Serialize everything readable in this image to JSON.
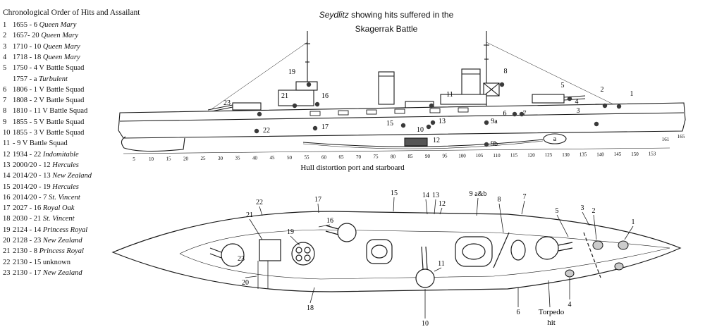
{
  "legend": {
    "title": "Chronological Order of Hits and Assailant",
    "rows": [
      {
        "num": "1",
        "time": "1655 - 6",
        "ship": "Queen Mary"
      },
      {
        "num": "2",
        "time": "1657- 20",
        "ship": "Queen Mary"
      },
      {
        "num": "3",
        "time": "1710 - 10",
        "ship": "Queen Mary"
      },
      {
        "num": "4",
        "time": "1718 - 18",
        "ship": "Queen Mary"
      },
      {
        "num": "5",
        "time": "1750 - 4 V Battle Squad",
        "ship": ""
      },
      {
        "num": "",
        "time": "1757 - a",
        "ship": "Turbulent"
      },
      {
        "num": "6",
        "time": "1806 - 1 V Battle Squad",
        "ship": ""
      },
      {
        "num": "7",
        "time": "1808 - 2 V Battle Squad",
        "ship": ""
      },
      {
        "num": "8",
        "time": "1810 - 11 V Battle Squad",
        "ship": ""
      },
      {
        "num": "9",
        "time": "1855 - 5 V Battle Squad",
        "ship": ""
      },
      {
        "num": "10",
        "time": "1855 - 3 V Battle Squad",
        "ship": ""
      },
      {
        "num": "11",
        "time": "- 9 V Battle Squad",
        "ship": ""
      },
      {
        "num": "12",
        "time": "1934 - 22",
        "ship": "Indomitable"
      },
      {
        "num": "13",
        "time": "2000/20 - 12",
        "ship": "Hercules"
      },
      {
        "num": "14",
        "time": "2014/20 - 13",
        "ship": "New Zealand"
      },
      {
        "num": "15",
        "time": "2014/20 - 19",
        "ship": "Hercules"
      },
      {
        "num": "16",
        "time": "2014/20 - 7",
        "ship": "St. Vincent"
      },
      {
        "num": "17",
        "time": "2027 - 16",
        "ship": "Royal Oak"
      },
      {
        "num": "18",
        "time": "2030 - 21",
        "ship": "St. Vincent"
      },
      {
        "num": "19",
        "time": "2124 - 14",
        "ship": "Princess Royal"
      },
      {
        "num": "20",
        "time": "2128 - 23",
        "ship": "New Zealand"
      },
      {
        "num": "21",
        "time": "2130 - 8",
        "ship": "Princess Royal"
      },
      {
        "num": "22",
        "time": "2130 - 15 unknown",
        "ship": ""
      },
      {
        "num": "23",
        "time": "2130 - 17",
        "ship": "New Zealand"
      }
    ]
  },
  "title": {
    "ship": "Seydlitz",
    "line1_rest": " showing hits suffered in the",
    "line2": "Skagerrak Battle"
  },
  "side_view": {
    "caption": "Hull distortion port and starboard",
    "frame_numbers": [
      "5",
      "10",
      "15",
      "20",
      "25",
      "30",
      "35",
      "40",
      "45",
      "50",
      "55",
      "60",
      "65",
      "70",
      "75",
      "80",
      "85",
      "90",
      "95",
      "100",
      "105",
      "110",
      "115",
      "120",
      "125",
      "130",
      "135",
      "140",
      "145",
      "150",
      "153"
    ],
    "bow_numbers": [
      "161",
      "165"
    ],
    "hit_labels": [
      "1",
      "2",
      "3",
      "4",
      "5",
      "6",
      "7",
      "8",
      "9a",
      "9b",
      "10",
      "11",
      "12",
      "13",
      "15",
      "16",
      "17",
      "19",
      "21",
      "22",
      "23",
      "a"
    ]
  },
  "plan_view": {
    "hit_labels": [
      "1",
      "2",
      "3",
      "4",
      "5",
      "6",
      "7",
      "8",
      "9 a&b",
      "10",
      "11",
      "12",
      "13",
      "14",
      "15",
      "16",
      "17",
      "18",
      "19",
      "20",
      "21",
      "22",
      "23"
    ],
    "torpedo_label_1": "Torpedo",
    "torpedo_label_2": "hit"
  },
  "colors": {
    "ink": "#1a1a1a",
    "hit": "#3a3a3a",
    "background": "#ffffff"
  }
}
